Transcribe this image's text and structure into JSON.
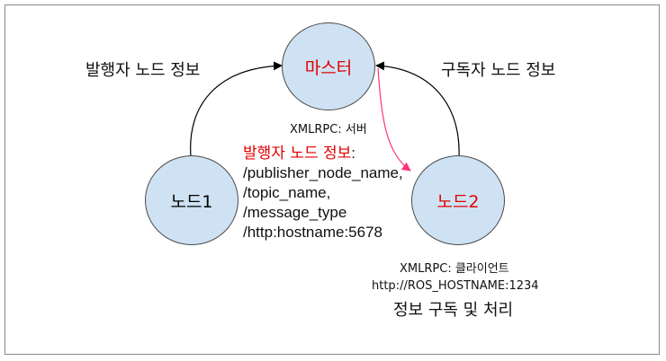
{
  "nodes": {
    "master": "마스터",
    "node1": "노드1",
    "node2": "노드2"
  },
  "labels": {
    "publisher_info_left": "발행자 노드 정보",
    "subscriber_info_right": "구독자 노드 정보",
    "master_role": "XMLRPC: 서버",
    "node2_role": "XMLRPC: 클라이언트",
    "node2_address": "http://ROS_HOSTNAME:1234",
    "node2_action": "정보 구독 및 처리"
  },
  "publisher_info": {
    "title": "발행자 노드 정보",
    "colon": ":",
    "fields": [
      "/publisher_node_name,",
      "/topic_name,",
      "/message_type",
      "/http:hostname:5678"
    ]
  },
  "colors": {
    "node_fill": "#cfe2f3",
    "highlight_red": "#e00000",
    "arrow_pink": "#ff3377",
    "arrow_black": "#000000"
  }
}
